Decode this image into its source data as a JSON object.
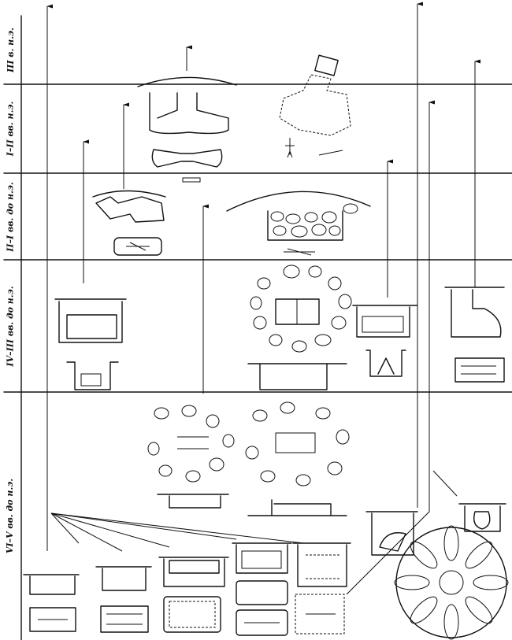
{
  "periods": [
    {
      "label": "III в. н.э."
    },
    {
      "label": "I–II вв. н.э."
    },
    {
      "label": "II–I вв. до н.э."
    },
    {
      "label": "IV–III вв. до н.э."
    },
    {
      "label": "VI–V вв. до н.э."
    }
  ],
  "colors": {
    "ink": "#111111",
    "paper": "#ffffff"
  }
}
